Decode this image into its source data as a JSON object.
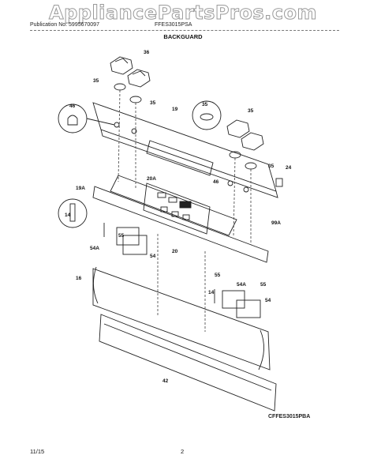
{
  "header": {
    "watermark": "AppliancePartsPros.com",
    "publication": "Publication No: 5995670097",
    "model": "FFES3015PSA",
    "section_title": "BACKGUARD"
  },
  "footer": {
    "date": "11/15",
    "page": "2",
    "diagram_code": "CFFES3015PBA"
  },
  "callouts": {
    "c36": "36",
    "c35a": "35",
    "c35b": "35",
    "c46a": "46",
    "c19": "19",
    "c35c": "35",
    "c35d": "35",
    "c35e": "35",
    "c24": "24",
    "c19a": "19A",
    "c20a": "20A",
    "c46b": "46",
    "c14a": "14",
    "c99a": "99A",
    "c55a": "55",
    "c54aL": "54A",
    "c20": "20",
    "c54L": "54",
    "c16": "16",
    "c55b": "55",
    "c54aR": "54A",
    "c55c": "55",
    "c14b": "14",
    "c54R": "54",
    "c42": "42"
  }
}
